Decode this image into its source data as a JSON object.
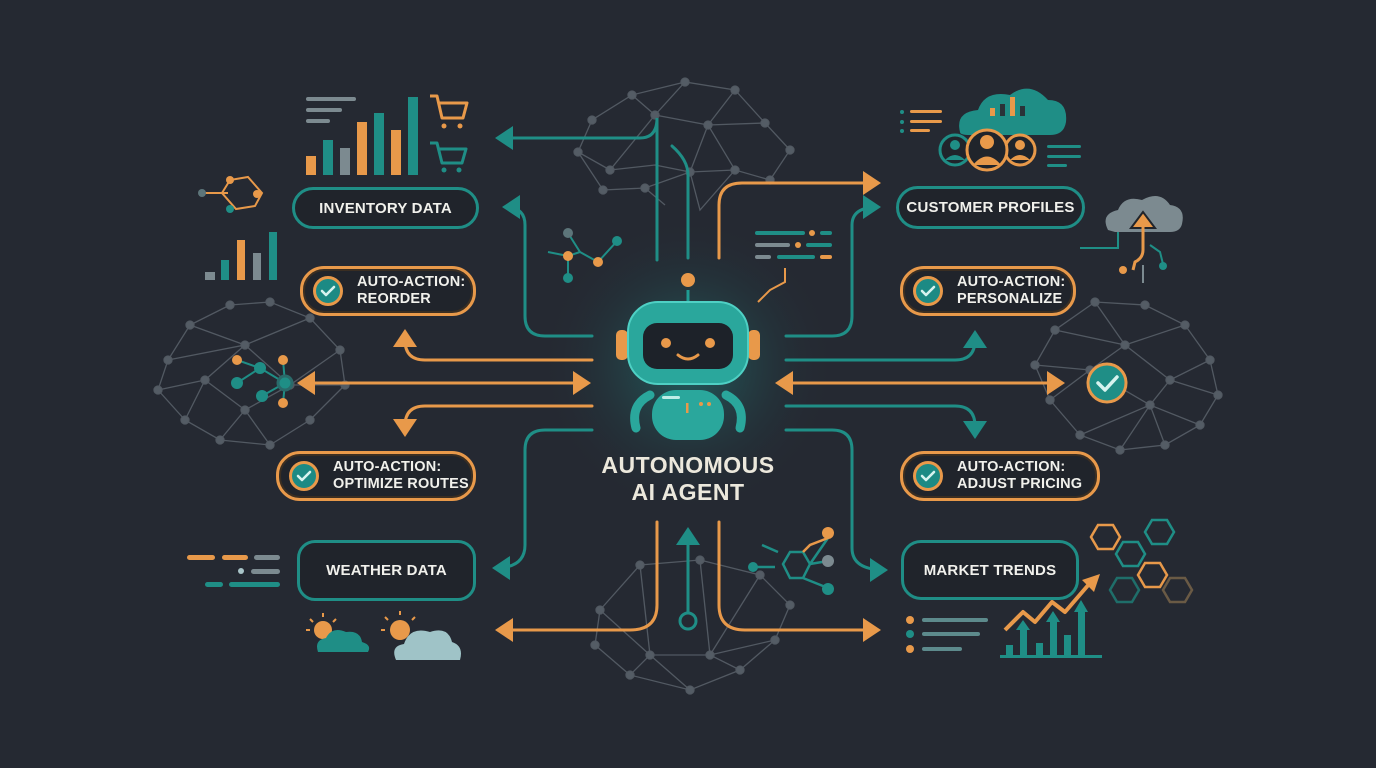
{
  "diagram": {
    "title_line1": "AUTONOMOUS",
    "title_line2": "AI AGENT",
    "colors": {
      "background": "#252932",
      "teal": "#1f8e86",
      "orange": "#e8994a",
      "gray_network": "#5d656e",
      "text": "#f1f1ec"
    },
    "data_sources": [
      {
        "id": "inventory",
        "label": "INVENTORY DATA",
        "side": "left"
      },
      {
        "id": "weather",
        "label": "WEATHER DATA",
        "side": "left"
      },
      {
        "id": "customer",
        "label": "CUSTOMER PROFILES",
        "side": "right"
      },
      {
        "id": "market",
        "label": "MARKET TRENDS",
        "side": "right"
      }
    ],
    "actions": [
      {
        "id": "reorder",
        "prefix": "AUTO-ACTION:",
        "label": "REORDER"
      },
      {
        "id": "routes",
        "prefix": "AUTO-ACTION:",
        "label": "OPTIMIZE ROUTES"
      },
      {
        "id": "personalize",
        "prefix": "AUTO-ACTION:",
        "label": "PERSONALIZE"
      },
      {
        "id": "pricing",
        "prefix": "AUTO-ACTION:",
        "label": "ADJUST PRICING"
      }
    ],
    "icons": [
      "robot-agent-icon",
      "neural-network-icon",
      "bar-chart-icon",
      "shopping-cart-icon",
      "cloud-analytics-icon",
      "user-group-icon",
      "cloud-upload-icon",
      "check-circle-icon",
      "sun-cloud-icon",
      "trend-up-icon",
      "hexagon-cluster-icon",
      "molecule-node-icon"
    ]
  }
}
